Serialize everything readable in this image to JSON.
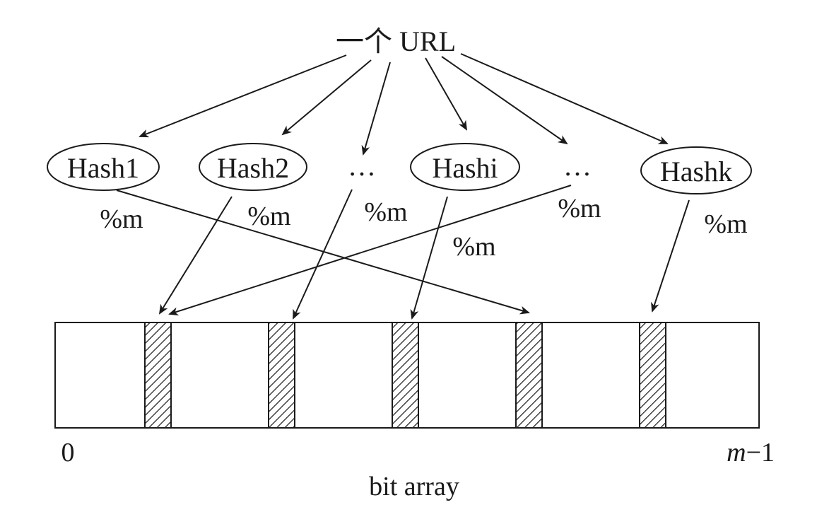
{
  "source_label": "一个 URL",
  "hash_nodes": [
    {
      "label": "Hash1",
      "kind": "ellipse"
    },
    {
      "label": "Hash2",
      "kind": "ellipse"
    },
    {
      "label": "…",
      "kind": "dots"
    },
    {
      "label": "Hashi",
      "kind": "ellipse"
    },
    {
      "label": "…",
      "kind": "dots"
    },
    {
      "label": "Hashk",
      "kind": "ellipse"
    }
  ],
  "mod_labels": [
    "%m",
    "%m",
    "%m",
    "%m",
    "%m",
    "%m"
  ],
  "bit_array": {
    "start_label": "0",
    "end_label_var": "m",
    "end_label_rest": "−1",
    "caption": "bit array",
    "set_bits": 5
  },
  "colors": {
    "stroke": "#1a1a1a",
    "background": "#ffffff"
  }
}
